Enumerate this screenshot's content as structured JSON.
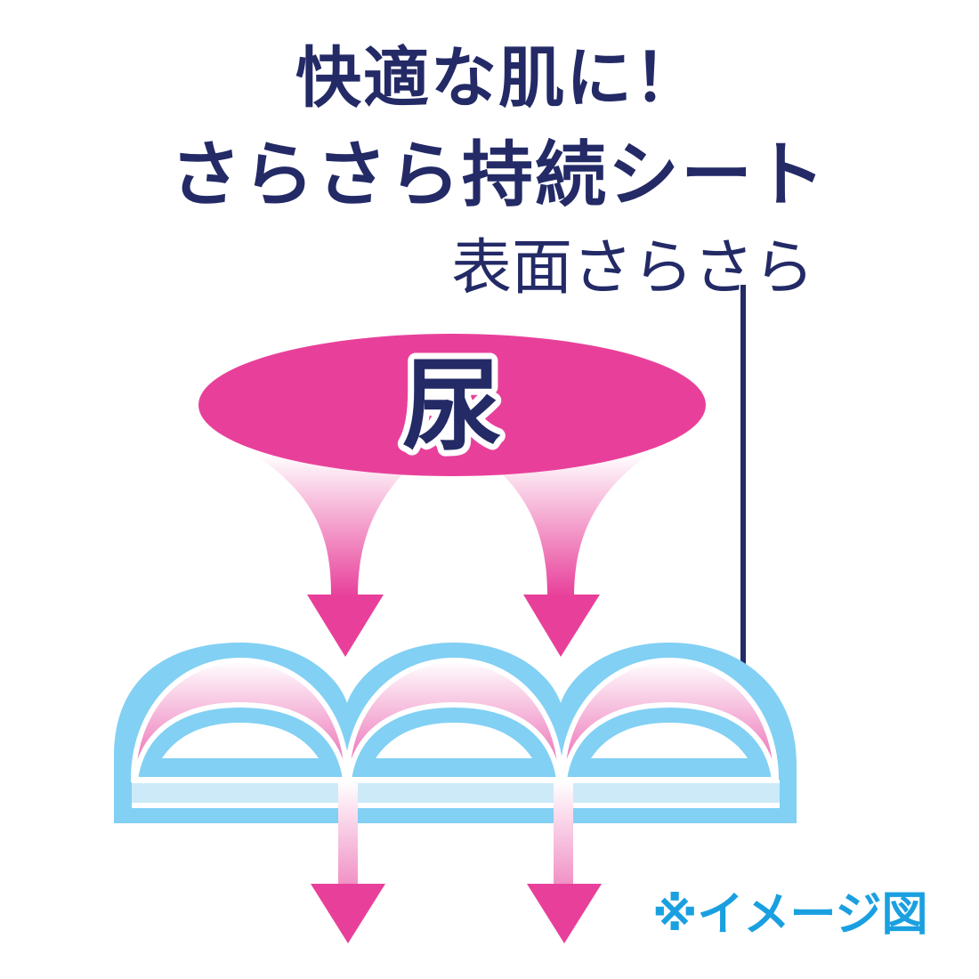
{
  "title_line1": "快適な肌に！",
  "title_line2": "さらさら持続シート",
  "surface_label": "表面さらさら",
  "urine_label": "尿",
  "note": "※イメージ図",
  "colors": {
    "navy": "#232a66",
    "pink": "#e8409a",
    "blue": "#82d0f4",
    "light_blue": "#cdeaf9",
    "note_blue": "#1aa0e0"
  }
}
